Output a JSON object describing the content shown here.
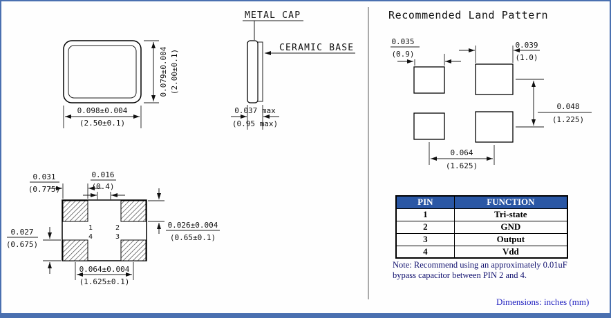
{
  "meta": {
    "dimensions_note": "Dimensions: inches (mm)"
  },
  "top_view": {
    "width_in": "0.098±0.004",
    "width_mm": "(2.50±0.1)",
    "height_in": "0.079±0.004",
    "height_mm": "(2.00±0.1)"
  },
  "side_view": {
    "metal_cap": "METAL CAP",
    "ceramic_base": "CERAMIC BASE",
    "thickness_in": "0.037 max",
    "thickness_mm": "(0.95 max)"
  },
  "land_pattern": {
    "title": "Recommended Land Pattern",
    "pad_width_left_in": "0.035",
    "pad_width_left_mm": "(0.9)",
    "pad_width_right_in": "0.039",
    "pad_width_right_mm": "(1.0)",
    "row_pitch_in": "0.048",
    "row_pitch_mm": "(1.225)",
    "col_pitch_in": "0.064",
    "col_pitch_mm": "(1.625)"
  },
  "bottom_view": {
    "center_gap_in": "0.016",
    "center_gap_mm": "(0.4)",
    "pad_width_in": "0.031",
    "pad_width_mm": "(0.775)",
    "corner_in": "0.027",
    "corner_mm": "(0.675)",
    "pad_height_in": "0.026±0.004",
    "pad_height_mm": "(0.65±0.1)",
    "pad_pitch_in": "0.064±0.004",
    "pad_pitch_mm": "(1.625±0.1)",
    "pin1": "1",
    "pin2": "2",
    "pin3": "3",
    "pin4": "4"
  },
  "pin_table": {
    "headers": [
      "PIN",
      "FUNCTION"
    ],
    "rows": [
      {
        "pin": "1",
        "function": "Tri-state"
      },
      {
        "pin": "2",
        "function": "GND"
      },
      {
        "pin": "3",
        "function": "Output"
      },
      {
        "pin": "4",
        "function": "Vdd"
      }
    ],
    "note_line1": "Note: Recommend using an approximately 0.01uF",
    "note_line2": "bypass capacitor between PIN 2 and 4."
  },
  "colors": {
    "frame_blue": "#4a70b0",
    "table_header_bg": "#2a57a5",
    "note_text": "#10106e",
    "dimensions_text": "#2222c0"
  }
}
